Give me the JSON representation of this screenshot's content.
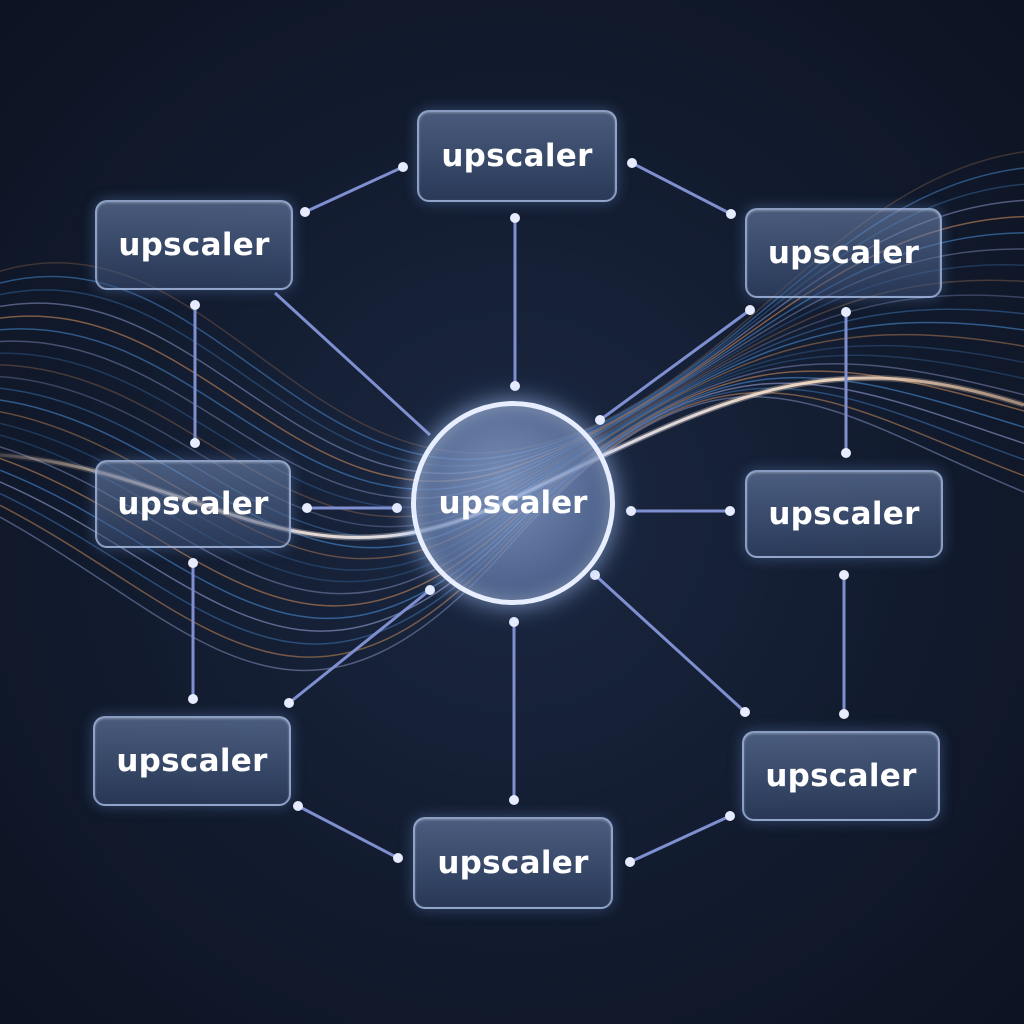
{
  "diagram": {
    "hub": {
      "label": "upscaler"
    },
    "nodes": [
      {
        "id": "top",
        "label": "upscaler"
      },
      {
        "id": "top-left",
        "label": "upscaler"
      },
      {
        "id": "top-right",
        "label": "upscaler"
      },
      {
        "id": "mid-left",
        "label": "upscaler"
      },
      {
        "id": "mid-right",
        "label": "upscaler"
      },
      {
        "id": "bottom-left",
        "label": "upscaler"
      },
      {
        "id": "bottom-right",
        "label": "upscaler"
      },
      {
        "id": "bottom",
        "label": "upscaler"
      }
    ],
    "colors": {
      "background": "#121b2e",
      "connector": "#7f8fd0",
      "wave_blue": "#4a8fd8",
      "wave_warm": "#f0c9a8"
    }
  }
}
